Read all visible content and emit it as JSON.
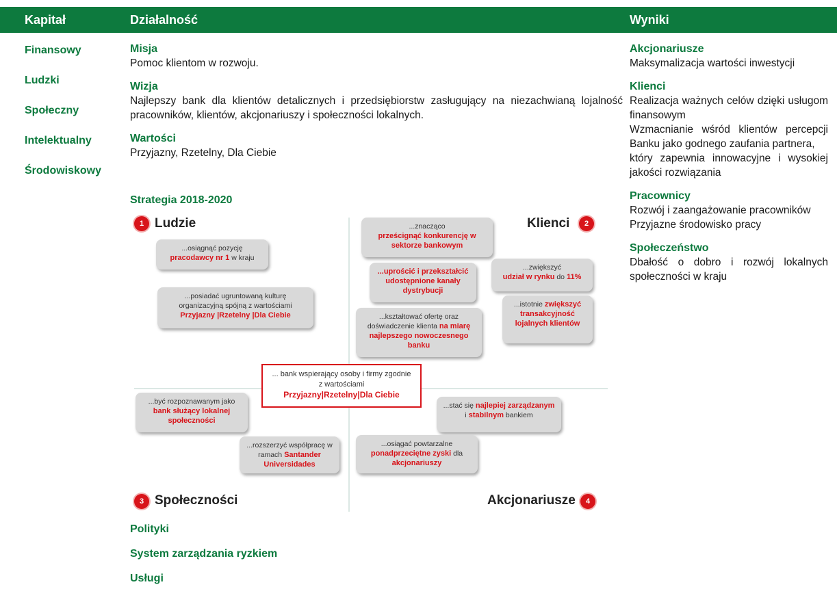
{
  "header": {
    "kapital": "Kapitał",
    "dzialalnosc": "Działalność",
    "wyniki": "Wyniki"
  },
  "kapital": [
    "Finansowy",
    "Ludzki",
    "Społeczny",
    "Intelektualny",
    "Środowiskowy"
  ],
  "dzialalnosc": {
    "misja_title": "Misja",
    "misja_text": "Pomoc klientom w rozwoju.",
    "wizja_title": "Wizja",
    "wizja_text": "Najlepszy bank dla klientów detalicznych i przedsiębiorstw zasługujący na niezachwianą lojalność pracowników, klientów, akcjonariuszy i społeczności lokalnych.",
    "wartosci_title": "Wartości",
    "wartosci_text": "Przyjazny, Rzetelny, Dla Ciebie",
    "strategia_title": "Strategia 2018-2020"
  },
  "diagram": {
    "q1": "Ludzie",
    "q2": "Klienci",
    "q3": "Społeczności",
    "q4": "Akcjonariusze",
    "n1": "1",
    "n2": "2",
    "n3": "3",
    "n4": "4",
    "b1_a": "...osiągnąć pozycję",
    "b1_hl": "pracodawcy nr 1",
    "b1_b": " w kraju",
    "b2_a": "...posiadać ugruntowaną kulturę organizacyjną spójną z wartościami",
    "b2_hl": "Przyjazny |Rzetelny |Dla Ciebie",
    "b3_a": "...znacząco",
    "b3_hl": "prześcignąć konkurencję w sektorze bankowym",
    "b4_hl": "...uprościć i przekształcić udostępnione kanały dystrybucji",
    "b5_a": "...zwiększyć",
    "b5_hl": "udział w rynku",
    "b5_b": " do ",
    "b5_hl2": "11%",
    "b6_a": "...kształtować ofertę oraz doświadczenie klienta ",
    "b6_hl": "na miarę najlepszego nowoczesnego banku",
    "b7_a": "...istotnie ",
    "b7_hl": "zwiększyć transakcyjność lojalnych klientów",
    "center_a": "... bank wspierający osoby i firmy zgodnie z wartościami",
    "center_hl": "Przyjazny|Rzetelny|Dla Ciebie",
    "b8_a": "...być rozpoznawanym jako",
    "b8_hl": "bank służący lokalnej społeczności",
    "b9_a": "...rozszerzyć współpracę w ramach ",
    "b9_hl": "Santander Universidades",
    "b10_a": "...stać się ",
    "b10_hl": "najlepiej zarządzanym",
    "b10_b": " i ",
    "b10_hl2": "stabilnym",
    "b10_c": " bankiem",
    "b11_a": "...osiągać powtarzalne ",
    "b11_hl": "ponadprzeciętne zyski",
    "b11_b": " dla ",
    "b11_hl2": "akcjonariuszy"
  },
  "bottom": [
    "Polityki",
    "System zarządzania ryzkiem",
    "Usługi"
  ],
  "wyniki": {
    "akcjonariusze_title": "Akcjonariusze",
    "akcjonariusze_text": "Maksymalizacja wartości inwestycji",
    "klienci_title": "Klienci",
    "klienci_1": "Realizacja ważnych celów dzięki usługom finansowym",
    "klienci_2": "Wzmacnianie wśród klientów percepcji Banku jako godnego zaufania partnera,",
    "klienci_3": "który zapewnia innowacyjne i wysokiej jakości rozwiązania",
    "pracownicy_title": "Pracownicy",
    "pracownicy_1": "Rozwój i zaangażowanie pracowników",
    "pracownicy_2": "Przyjazne środowisko pracy",
    "spoleczenstwo_title": "Społeczeństwo",
    "spoleczenstwo_text": "Dbałość o dobro i rozwój lokalnych społeczności w kraju"
  },
  "colors": {
    "header_bg": "#0d7a3e",
    "accent_red": "#d8141a"
  }
}
